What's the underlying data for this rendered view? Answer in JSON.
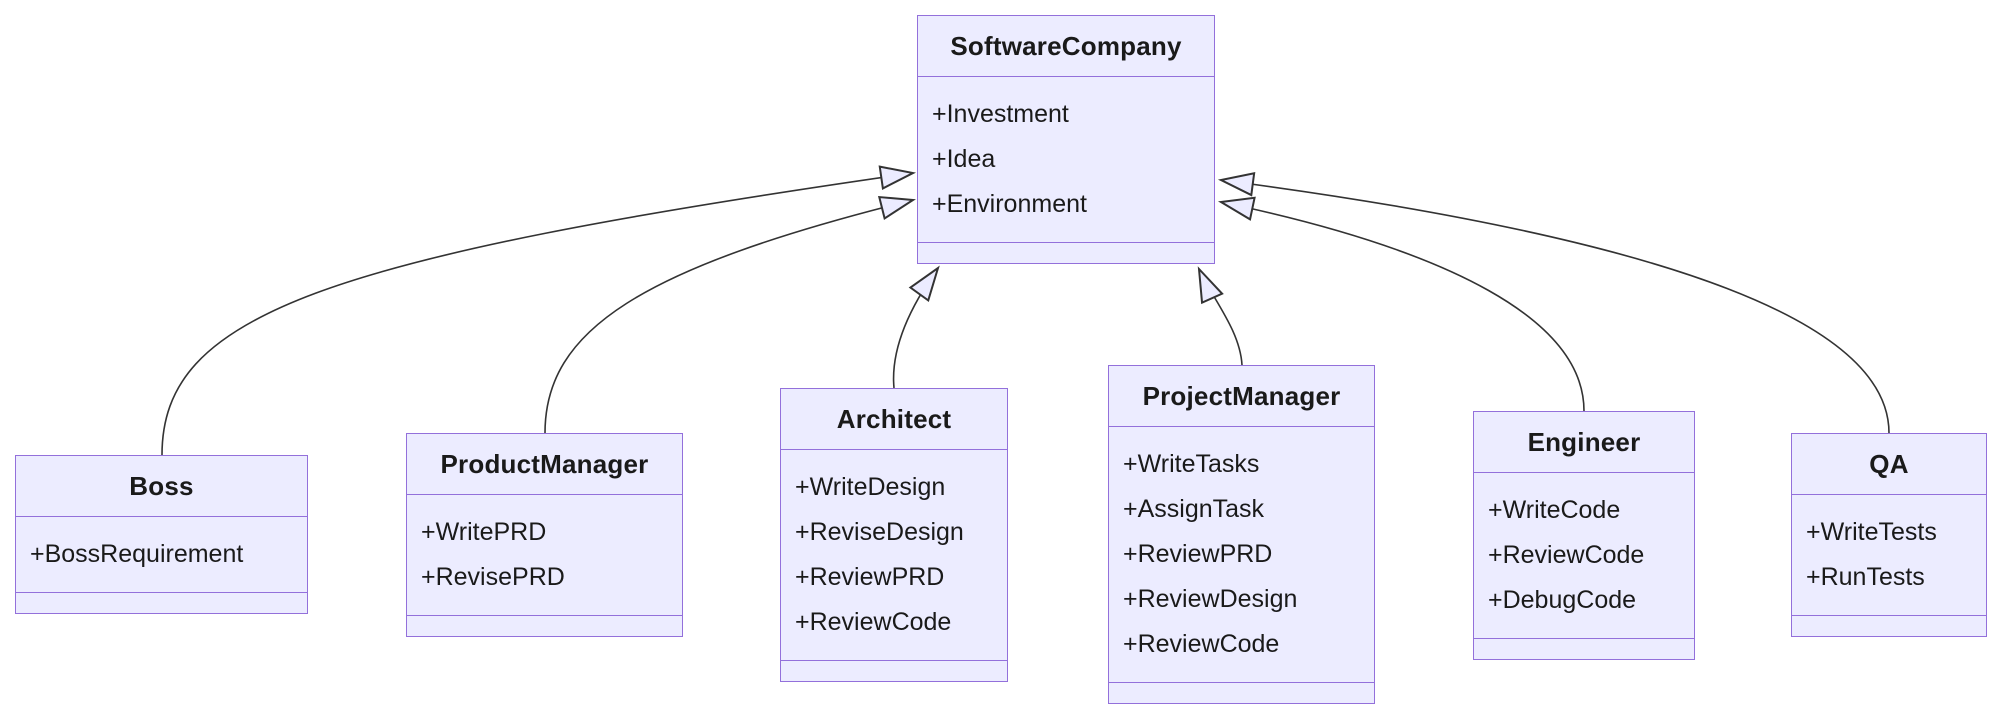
{
  "diagram": {
    "type": "uml-class-diagram",
    "background_color": "#ffffff",
    "node_fill_color": "#ECECFF",
    "node_border_color": "#9370DB",
    "edge_color": "#333333",
    "text_color": "#1a1a1a",
    "classes": [
      {
        "id": "SoftwareCompany",
        "title": "SoftwareCompany",
        "members": [
          "+Investment",
          "+Idea",
          "+Environment"
        ]
      },
      {
        "id": "Boss",
        "title": "Boss",
        "members": [
          "+BossRequirement"
        ]
      },
      {
        "id": "ProductManager",
        "title": "ProductManager",
        "members": [
          "+WritePRD",
          "+RevisePRD"
        ]
      },
      {
        "id": "Architect",
        "title": "Architect",
        "members": [
          "+WriteDesign",
          "+ReviseDesign",
          "+ReviewPRD",
          "+ReviewCode"
        ]
      },
      {
        "id": "ProjectManager",
        "title": "ProjectManager",
        "members": [
          "+WriteTasks",
          "+AssignTask",
          "+ReviewPRD",
          "+ReviewDesign",
          "+ReviewCode"
        ]
      },
      {
        "id": "Engineer",
        "title": "Engineer",
        "members": [
          "+WriteCode",
          "+ReviewCode",
          "+DebugCode"
        ]
      },
      {
        "id": "QA",
        "title": "QA",
        "members": [
          "+WriteTests",
          "+RunTests"
        ]
      }
    ],
    "relations": [
      {
        "from": "Boss",
        "to": "SoftwareCompany",
        "type": "inheritance"
      },
      {
        "from": "ProductManager",
        "to": "SoftwareCompany",
        "type": "inheritance"
      },
      {
        "from": "Architect",
        "to": "SoftwareCompany",
        "type": "inheritance"
      },
      {
        "from": "ProjectManager",
        "to": "SoftwareCompany",
        "type": "inheritance"
      },
      {
        "from": "Engineer",
        "to": "SoftwareCompany",
        "type": "inheritance"
      },
      {
        "from": "QA",
        "to": "SoftwareCompany",
        "type": "inheritance"
      }
    ]
  }
}
